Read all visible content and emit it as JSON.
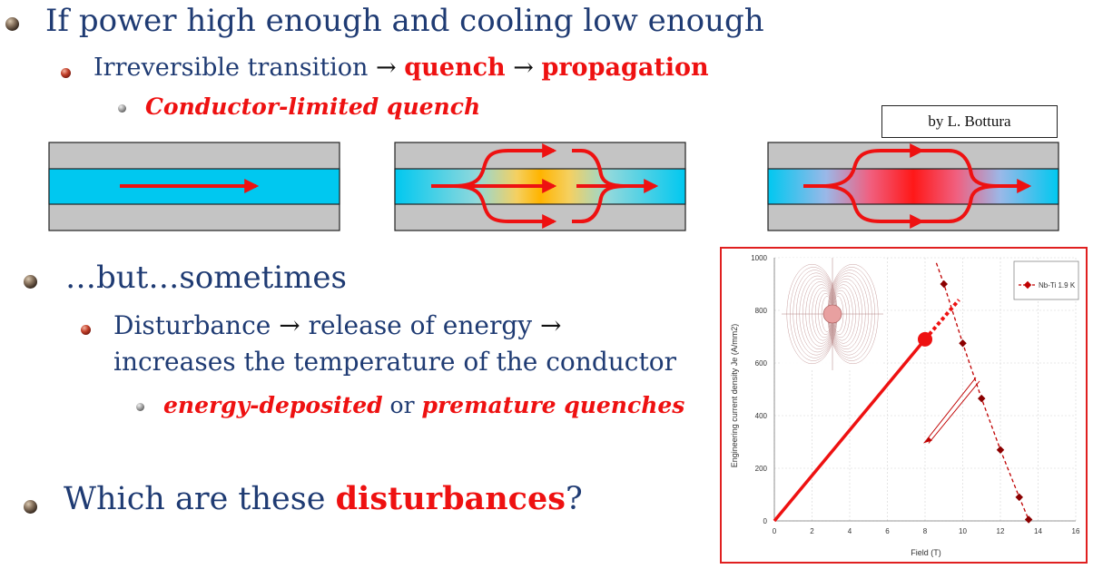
{
  "bullets": {
    "b1": "If power high enough and cooling low enough",
    "b1_1_prefix": "Irreversible transition",
    "b1_1_arrow1": "→",
    "b1_1_quench": "quench",
    "b1_1_arrow2": "→",
    "b1_1_propagation": "propagation",
    "b1_1_1": "Conductor-limited quench",
    "b2": "…but…sometimes",
    "b2_1_line1_a": "Disturbance",
    "b2_1_arrow1": "→",
    "b2_1_line1_b": "release of energy",
    "b2_1_arrow2": "→",
    "b2_1_line2": "increases the temperature of the conductor",
    "b2_1_1_a": "energy-deposited",
    "b2_1_1_or": "or",
    "b2_1_1_b": "premature quenches",
    "b3_prefix": "Which are these",
    "b3_bold": "disturbances",
    "b3_suffix": "?"
  },
  "byline": "by L. Bottura",
  "colors": {
    "title_blue": "#1f3b73",
    "accent_red": "#ee1111",
    "conductor_cyan": "#00c8f0",
    "sheath_gray": "#c4c4c4"
  },
  "chart_data": {
    "type": "line",
    "xlabel": "Field (T)",
    "ylabel": "Engineering current density Je (A/mm2)",
    "xlim": [
      0,
      16
    ],
    "ylim": [
      0,
      1000
    ],
    "x_ticks": [
      "0",
      "2",
      "4",
      "6",
      "8",
      "10",
      "12",
      "14",
      "16"
    ],
    "y_ticks": [
      "0",
      "200",
      "400",
      "600",
      "800",
      "1000"
    ],
    "grid": true,
    "legend_position": "top-right",
    "series": [
      {
        "name": "Nb-Ti 1.9 K",
        "x": [
          9.0,
          10.0,
          11.0,
          12.0,
          13.0,
          13.5
        ],
        "y": [
          900,
          675,
          465,
          270,
          90,
          5
        ]
      }
    ],
    "load_line": {
      "x": [
        0,
        8
      ],
      "y": [
        0,
        690
      ]
    },
    "operating_point": {
      "x": 8,
      "y": 690
    }
  }
}
